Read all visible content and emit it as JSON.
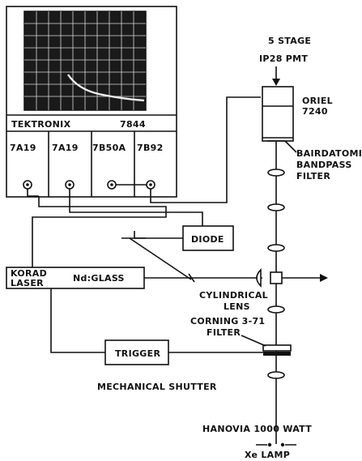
{
  "oscilloscope": {
    "brand": "TEKTRONIX",
    "model": "7844",
    "plugins": [
      "7A19",
      "7A19",
      "7B50A",
      "7B92"
    ]
  },
  "pmt": {
    "line1": "5 STAGE",
    "line2": "IP28 PMT",
    "housing_line1": "ORIEL",
    "housing_line2": "7240"
  },
  "bandpass_filter": {
    "line1": "BAIRDATOMIC",
    "line2": "BANDPASS",
    "line3": "FILTER"
  },
  "diode": {
    "label": "DIODE"
  },
  "laser": {
    "line1": "KORAD",
    "line2": "LASER",
    "type": "Nd:GLASS"
  },
  "cylindrical_lens": {
    "line1": "CYLINDRICAL",
    "line2": "LENS"
  },
  "corning_filter": {
    "line1": "CORNING 3-71",
    "line2": "FILTER"
  },
  "trigger": {
    "label": "TRIGGER"
  },
  "shutter": {
    "label": "MECHANICAL SHUTTER"
  },
  "lamp": {
    "line1": "HANOVIA 1000 WATT",
    "line2": "Xe LAMP"
  }
}
